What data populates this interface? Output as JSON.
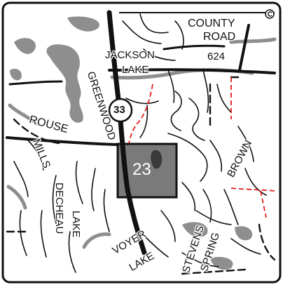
{
  "map": {
    "colors": {
      "frame": "#111111",
      "road": "#111111",
      "water": "#8e8e8e",
      "section_fill": "#7a7a7a",
      "boundary": "#e21b1b",
      "label": "#111111"
    },
    "labels": {
      "county_road_line1": "COUNTY",
      "county_road_line2": "ROAD",
      "county_road_number": "624",
      "jackson": "JACKSON",
      "lake_jackson": "LAKE",
      "greenwood": "GREENWOOD",
      "rouse": "ROUSE",
      "mills": "MILLS",
      "decheau": "DECHEAU",
      "lake_decheau": "LAKE",
      "voyer": "VOYER",
      "lake_voyer": "LAKE",
      "stevens": "STEVENS",
      "spring": "SPRING",
      "brown": "BROWN"
    },
    "route_shield": {
      "number": "33",
      "icon": "route-shield-icon"
    },
    "section": {
      "number": "23"
    },
    "corner_icon": "copyright-icon"
  }
}
